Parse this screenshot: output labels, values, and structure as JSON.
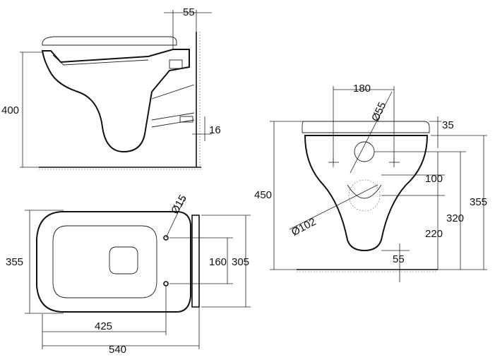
{
  "side_view": {
    "dim_top_offset": "55",
    "dim_height": "400",
    "dim_outlet": "16"
  },
  "top_view": {
    "dim_hole_diameter": "Ø15",
    "dim_overall_width": "355",
    "dim_hole_spacing": "160",
    "dim_rear_width": "305",
    "dim_to_holes": "425",
    "dim_overall_length": "540"
  },
  "front_view": {
    "dim_bolt_spacing": "180",
    "dim_inlet_diameter": "Ø55",
    "dim_seat_thickness": "35",
    "dim_total_height": "450",
    "dim_inlet_to_outlet": "100",
    "dim_bolt_height": "355",
    "dim_inlet_height": "320",
    "dim_outlet_diameter": "Ø102",
    "dim_outlet_height": "220",
    "dim_bottom_gap": "55"
  }
}
